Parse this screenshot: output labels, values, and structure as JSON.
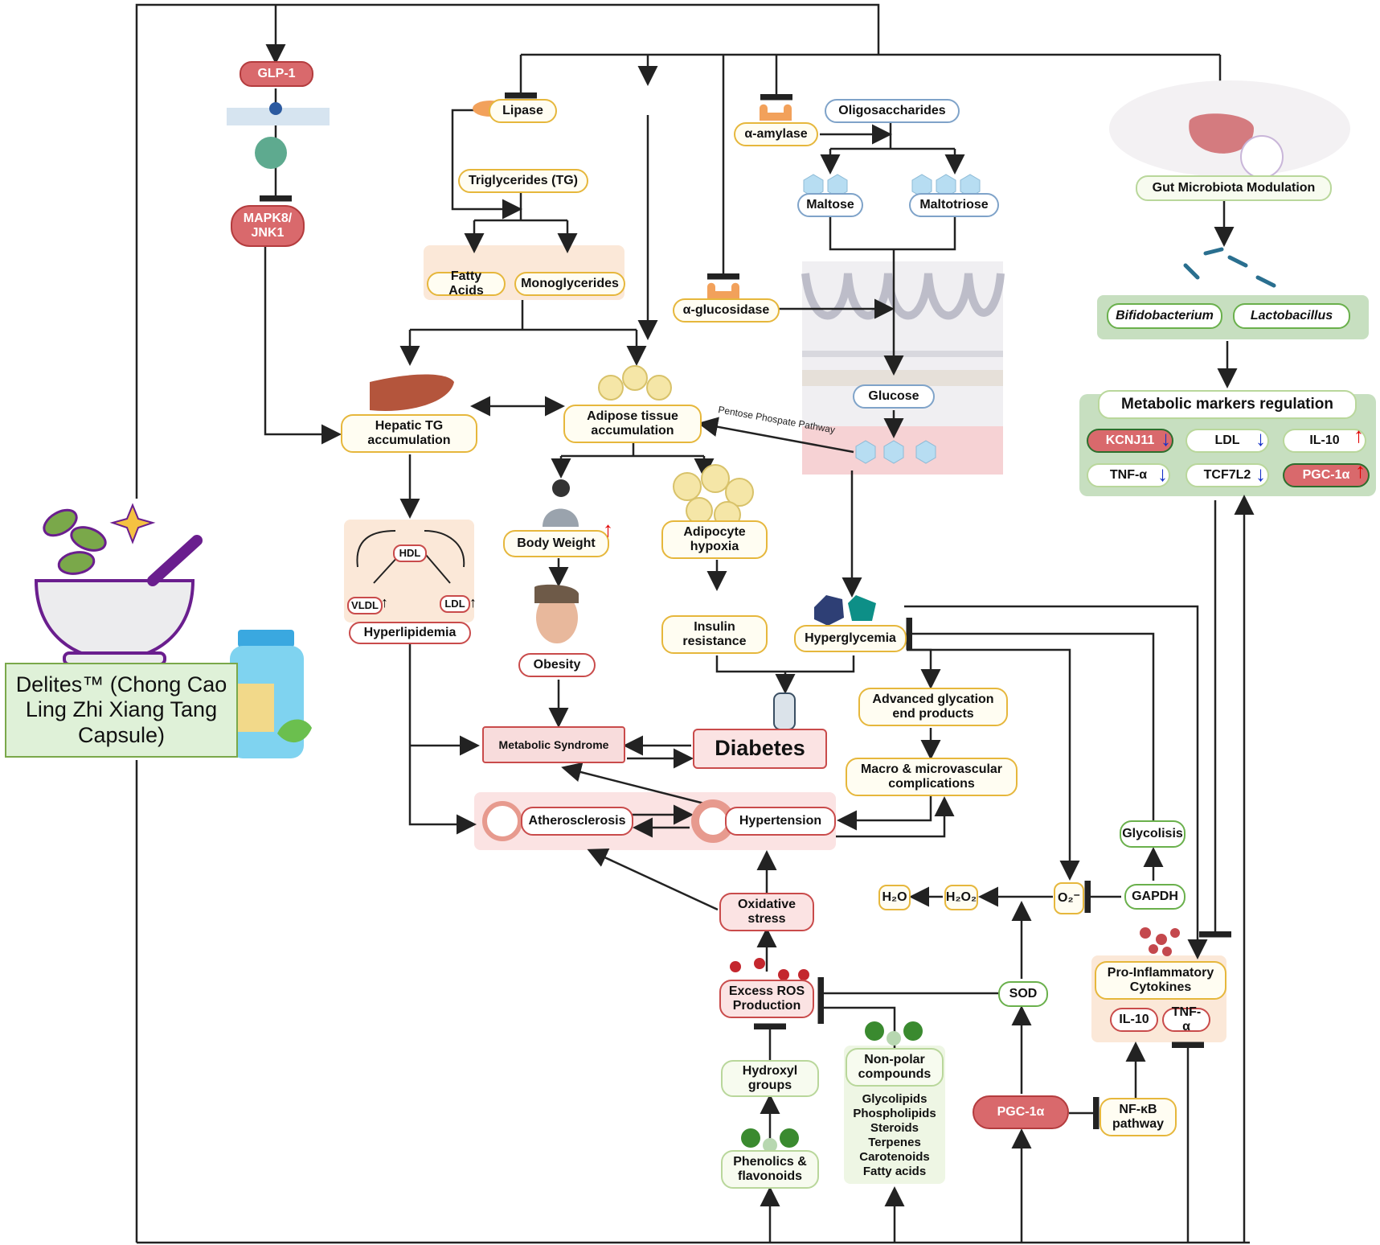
{
  "product": {
    "label": "Delites™ (Chong Cao Ling Zhi Xiang Tang Capsule)"
  },
  "nodes": {
    "glp1": "GLP-1",
    "mapk8": "MAPK8/\nJNK1",
    "lipase": "Lipase",
    "triglycerides": "Triglycerides (TG)",
    "fatty_acids": "Fatty Acids",
    "monoglycerides": "Monoglycerides",
    "alpha_amylase": "α-amylase",
    "oligosaccharides": "Oligosaccharides",
    "maltose": "Maltose",
    "maltotriose": "Maltotriose",
    "alpha_glucosidase": "α-glucosidase",
    "glucose": "Glucose",
    "pentose_pathway": "Pentose Phospate Pathway",
    "hepatic_tg": "Hepatic TG\naccumulation",
    "adipose_tissue": "Adipose tissue\naccumulation",
    "hdl": "HDL",
    "vldl": "VLDL",
    "ldl_small": "LDL",
    "hyperlipidemia": "Hyperlipidemia",
    "body_weight": "Body Weight",
    "adipocyte_hypoxia": "Adipocyte\nhypoxia",
    "obesity": "Obesity",
    "insulin_resistance": "Insulin\nresistance",
    "hyperglycemia": "Hyperglycemia",
    "metabolic_syndrome": "Metabolic Syndrome",
    "diabetes": "Diabetes",
    "age": "Advanced glycation\nend products",
    "macro_micro": "Macro & microvascular\ncomplications",
    "atherosclerosis": "Atherosclerosis",
    "hypertension": "Hypertension",
    "oxidative_stress": "Oxidative\nstress",
    "excess_ros": "Excess ROS\nProduction",
    "hydroxyl": "Hydroxyl\ngroups",
    "phenolics": "Phenolics &\nflavonoids",
    "non_polar": "Non-polar\ncompounds",
    "non_polar_list": "Glycolipids\nPhospholipids\nSteroids\nTerpenes\nCarotenoids\nFatty acids",
    "sod": "SOD",
    "pgc1a": "PGC-1α",
    "nfkb": "NF-κB\npathway",
    "h2o": "H₂O",
    "h2o2": "H₂O₂",
    "o2": "O₂⁻",
    "gapdh": "GAPDH",
    "glycolisis": "Glycolisis",
    "pro_inflam": "Pro-Inflammatory\nCytokines",
    "il10_small": "IL-10",
    "tnfa_small": "TNF-α",
    "gut_microbiota": "Gut Microbiota Modulation",
    "bifido": "Bifidobacterium",
    "lactobacillus": "Lactobacillus",
    "metabolic_markers": "Metabolic markers regulation",
    "kcnj11": "KCNJ11",
    "ldl": "LDL",
    "il10": "IL-10",
    "tnfa": "TNF-α",
    "tcf7l2": "TCF7L2",
    "pgc1a_marker": "PGC-1α"
  },
  "marker_trends": {
    "KCNJ11": "down",
    "LDL": "down",
    "IL-10": "up",
    "TNF-α": "down",
    "TCF7L2": "down",
    "PGC-1α": "up",
    "Body Weight": "up"
  },
  "colors": {
    "yellow_border": "#e6b73c",
    "red_border": "#c94b4b",
    "red_fill": "#d9696c",
    "green_border": "#6ab04c",
    "blue_border": "#7fa3c9",
    "green_panel": "#c7dfc0",
    "pink_panel": "#fbe3e3"
  }
}
